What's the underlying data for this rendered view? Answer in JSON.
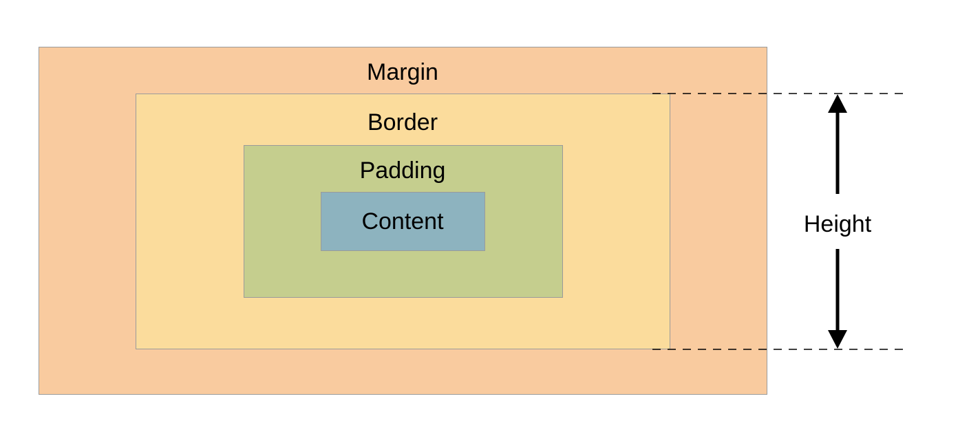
{
  "diagram": {
    "layers": {
      "margin": "Margin",
      "border": "Border",
      "padding": "Padding",
      "content": "Content"
    },
    "dimension": {
      "label": "Height"
    },
    "colors": {
      "margin": "#f9cb9f",
      "border": "#fbdc9c",
      "padding": "#c5ce8e",
      "content": "#8db3bf",
      "outline": "#9a9a9a",
      "text": "#000000"
    }
  }
}
